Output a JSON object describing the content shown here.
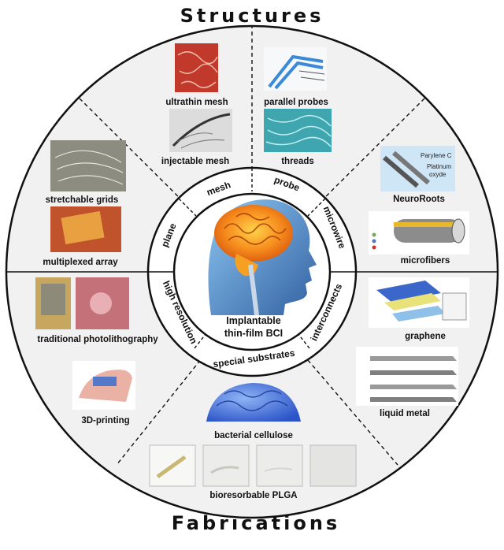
{
  "titles": {
    "top": "Structures",
    "bottom": "Fabrications"
  },
  "center": {
    "line1": "Implantable",
    "line2": "thin-film BCI"
  },
  "ring": {
    "mesh": "mesh",
    "probe": "probe",
    "microwire": "microwire",
    "interconnects": "interconnects",
    "special_substrates": "special substrates",
    "high_resolution": "high resolution",
    "plane": "plane"
  },
  "items": {
    "ultrathin_mesh": "ultrathin mesh",
    "injectable_mesh": "injectable mesh",
    "parallel_probes": "parallel probes",
    "threads": "threads",
    "neuroroots": "NeuroRoots",
    "microfibers": "microfibers",
    "graphene": "graphene",
    "liquid_metal": "liquid metal",
    "bacterial_cellulose": "bacterial cellulose",
    "bioresorbable_plga": "bioresorbable PLGA",
    "traditional_photolithography": "traditional photolithography",
    "printing_3d": "3D-printing",
    "stretchable_grids": "stretchable grids",
    "multiplexed_array": "multiplexed array"
  },
  "image_labels": {
    "parylene": "Parylene C",
    "platinum": "Platinum",
    "oxyde": "oxyde"
  },
  "colors": {
    "ring_outline": "#111111",
    "brain": "#f07a1a",
    "head": "#2a6fb8",
    "background": "#ffffff"
  }
}
